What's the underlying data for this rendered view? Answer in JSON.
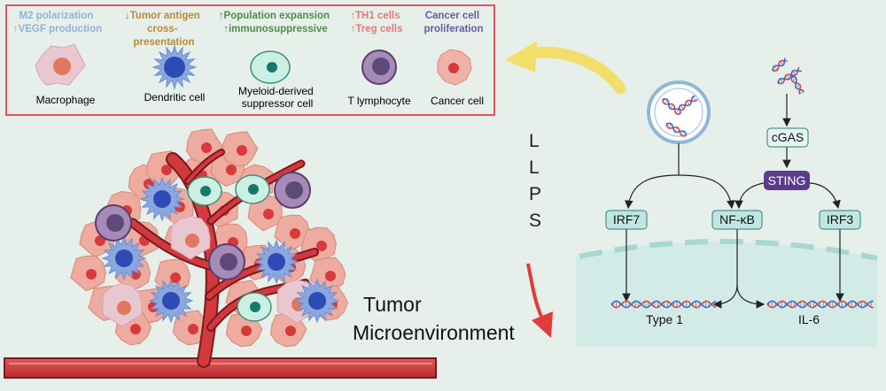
{
  "legend": {
    "items": [
      {
        "effect_lines": [
          "M2 polarization",
          "↑VEGF production"
        ],
        "label_lines": [
          "Macrophage"
        ],
        "effect_color": "#8fb3d9"
      },
      {
        "effect_lines": [
          "↓Tumor antigen",
          "cross-",
          "presentation"
        ],
        "label_lines": [
          "Dendritic cell"
        ],
        "effect_color": "#b88a3a"
      },
      {
        "effect_lines": [
          "↑Population expansion",
          "↑immunosuppressive"
        ],
        "label_lines": [
          "Myeloid-derived",
          "suppressor cell"
        ],
        "effect_color": "#4f8c4b"
      },
      {
        "effect_lines": [
          "↑TH1 cells",
          "↑Treg cells"
        ],
        "label_lines": [
          "T lymphocyte"
        ],
        "effect_color": "#e07b7b"
      },
      {
        "effect_lines": [
          "Cancer cell",
          "proliferation"
        ],
        "label_lines": [
          "Cancer cell"
        ],
        "effect_color": "#6b5aa5"
      }
    ]
  },
  "tme_label_lines": [
    "Tumor",
    "Microenvironment"
  ],
  "llps_letters": [
    "L",
    "L",
    "P",
    "S"
  ],
  "pathway": {
    "cgas": "cGAS",
    "sting": "STING",
    "irf7": "IRF7",
    "nfkb": "NF-κB",
    "irf3": "IRF3",
    "type1": "Type 1",
    "il6": "IL-6"
  },
  "colors": {
    "background": "#e6efe9",
    "legend_border": "#e0555f",
    "vessel": "#c9363a",
    "sting_fill": "#5b3c8c",
    "factor_fill": "#bfe6e3",
    "yellow_arrow": "#f2df6b",
    "red_arrow": "#e03c3c"
  }
}
